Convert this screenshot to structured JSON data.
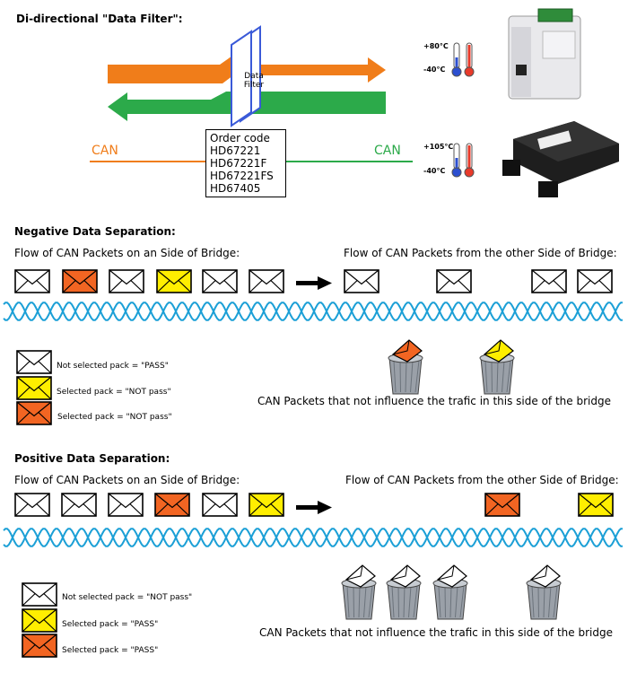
{
  "top": {
    "title": "Di-directional \"Data Filter\":",
    "filter_label_line1": "Data",
    "filter_label_line2": "Filter",
    "can_left": "CAN",
    "can_right": "CAN",
    "order_code_title": "Order code",
    "order_codes": [
      "HD67221",
      "HD67221F",
      "HD67221FS",
      "HD67405"
    ],
    "device1": {
      "temp_high": "+80°C",
      "temp_low": "-40°C"
    },
    "device2": {
      "temp_high": "+105°C",
      "temp_low": "-40°C"
    }
  },
  "negative": {
    "title": "Negative Data Separation:",
    "flow_left": "Flow of CAN Packets on an Side of Bridge:",
    "flow_right": "Flow of CAN Packets from the other Side of Bridge:",
    "left_packets": [
      "white",
      "orange",
      "white",
      "yellow",
      "white",
      "white"
    ],
    "right_packets": [
      "white",
      "white",
      "white",
      "white"
    ],
    "bins": [
      "orange",
      "yellow"
    ],
    "legend": [
      {
        "color": "white",
        "label": "Not selected pack = \"PASS\""
      },
      {
        "color": "yellow",
        "label": "Selected pack = \"NOT pass\""
      },
      {
        "color": "orange",
        "label": "Selected pack = \"NOT pass\""
      }
    ],
    "bin_caption": "CAN Packets that not influence the trafic in this side of the bridge"
  },
  "positive": {
    "title": "Positive Data Separation:",
    "flow_left": "Flow of CAN Packets on an Side of Bridge:",
    "flow_right": "Flow of CAN Packets from the other Side of Bridge:",
    "left_packets": [
      "white",
      "white",
      "white",
      "orange",
      "white",
      "yellow"
    ],
    "right_packets": [
      "orange",
      "yellow"
    ],
    "bins": [
      "white",
      "white",
      "white",
      "white"
    ],
    "legend": [
      {
        "color": "white",
        "label": "Not selected pack = \"NOT pass\""
      },
      {
        "color": "yellow",
        "label": "Selected pack = \"PASS\""
      },
      {
        "color": "orange",
        "label": "Selected pack = \"PASS\""
      }
    ],
    "bin_caption": "CAN Packets that not influence the trafic in this side of the bridge"
  },
  "colors": {
    "orange": "#f07d1a",
    "green": "#2caa4a",
    "yellow": "#ffee00",
    "packet_orange": "#f26522",
    "wave_blue": "#1a9fd6",
    "filter_blue": "#3a5ad8"
  }
}
